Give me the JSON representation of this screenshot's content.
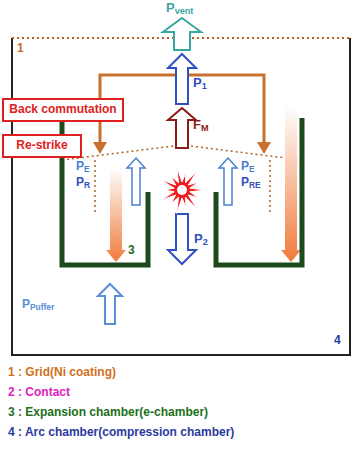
{
  "diagram": {
    "nodes": [
      {
        "text": [
          "Back commutation"
        ]
      },
      {
        "text": [
          "Re-strike"
        ]
      }
    ],
    "labels": [
      "Pvent",
      "P1",
      "FM",
      "1",
      "PE",
      "PR",
      "PE",
      "PRE",
      "P2",
      "3",
      "PPuffer",
      "4",
      "1 : Grid(Ni coating)",
      "2 : Contact",
      "3 : Expansion chamber(e-chamber)",
      "4 : Arc chamber(compression chamber)"
    ]
  }
}
